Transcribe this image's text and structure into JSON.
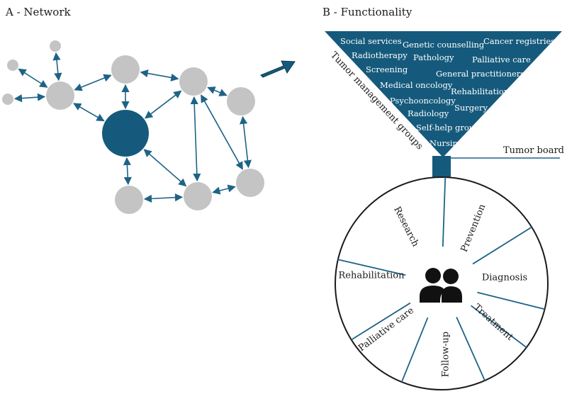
{
  "panel_a": {
    "title": "A - Network",
    "nodes": [
      {
        "id": "n1",
        "type": "satellite"
      },
      {
        "id": "n2",
        "type": "satellite"
      },
      {
        "id": "n3",
        "type": "satellite"
      },
      {
        "id": "n4",
        "type": "partner"
      },
      {
        "id": "n5",
        "type": "partner"
      },
      {
        "id": "n6",
        "type": "partner"
      },
      {
        "id": "n7",
        "type": "partner"
      },
      {
        "id": "hub",
        "type": "hub"
      },
      {
        "id": "n8",
        "type": "partner"
      },
      {
        "id": "n9",
        "type": "partner"
      },
      {
        "id": "n10",
        "type": "partner"
      }
    ],
    "edges": [
      [
        "n1",
        "n4"
      ],
      [
        "n2",
        "n4"
      ],
      [
        "n3",
        "n4"
      ],
      [
        "n4",
        "n5"
      ],
      [
        "n4",
        "hub"
      ],
      [
        "n5",
        "hub"
      ],
      [
        "n5",
        "n6"
      ],
      [
        "n6",
        "hub"
      ],
      [
        "n6",
        "n7"
      ],
      [
        "n6",
        "n9"
      ],
      [
        "n6",
        "n10"
      ],
      [
        "n7",
        "n10"
      ],
      [
        "hub",
        "n8"
      ],
      [
        "hub",
        "n9"
      ],
      [
        "n8",
        "n9"
      ],
      [
        "n9",
        "n10"
      ]
    ],
    "colors": {
      "hub": "#155a7c",
      "partner": "#c4c4c4",
      "edge": "#1e6386"
    }
  },
  "panel_b": {
    "title": "B - Functionality",
    "funnel_side_label": "Tumor management groups",
    "funnel_items": [
      "Social services",
      "Genetic counselling",
      "Cancer registries",
      "Radiotherapy",
      "Pathology",
      "Palliative care",
      "Screening",
      "General practitioners",
      "Medical oncology",
      "Rehabilitation",
      "Psychooncology",
      "Surgery",
      "Radiology",
      "Self-help group",
      "Nursing"
    ],
    "tumor_board_label": "Tumor board",
    "wheel_segments": [
      "Research",
      "Prevention",
      "Diagnosis",
      "Treatment",
      "Follow-up",
      "Palliative care",
      "Rehabilitation"
    ],
    "center_icon": "people-icon",
    "colors": {
      "funnel": "#155a7c",
      "wheel_lines": "#1e6386"
    }
  },
  "arrow_icon": "right-arrow-icon"
}
